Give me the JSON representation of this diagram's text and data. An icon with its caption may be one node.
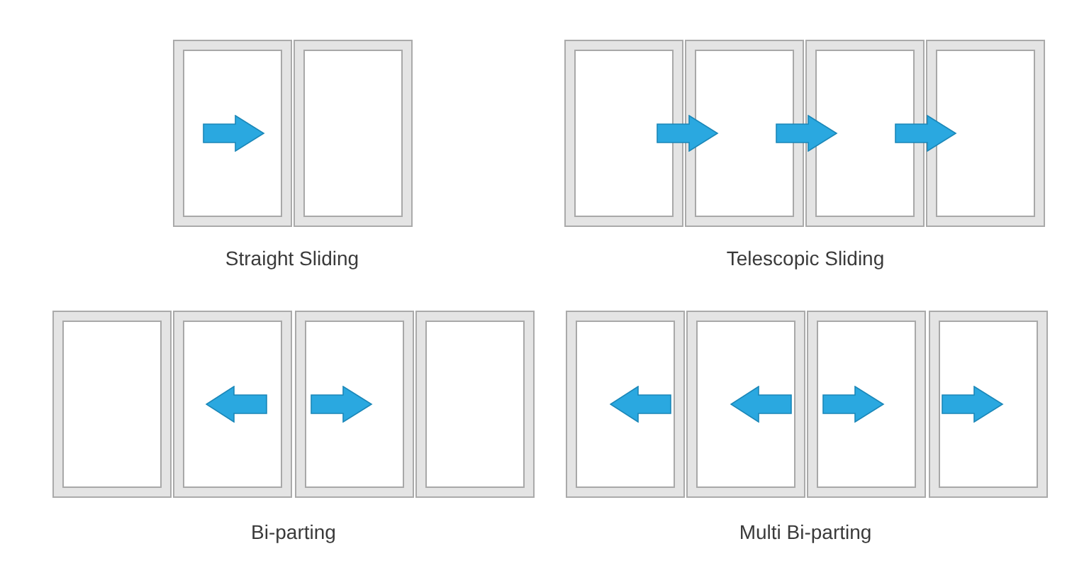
{
  "diagram": {
    "labels": [
      "Straight Sliding",
      "Telescopic Sliding",
      "Bi-parting",
      "Multi Bi-parting"
    ]
  }
}
